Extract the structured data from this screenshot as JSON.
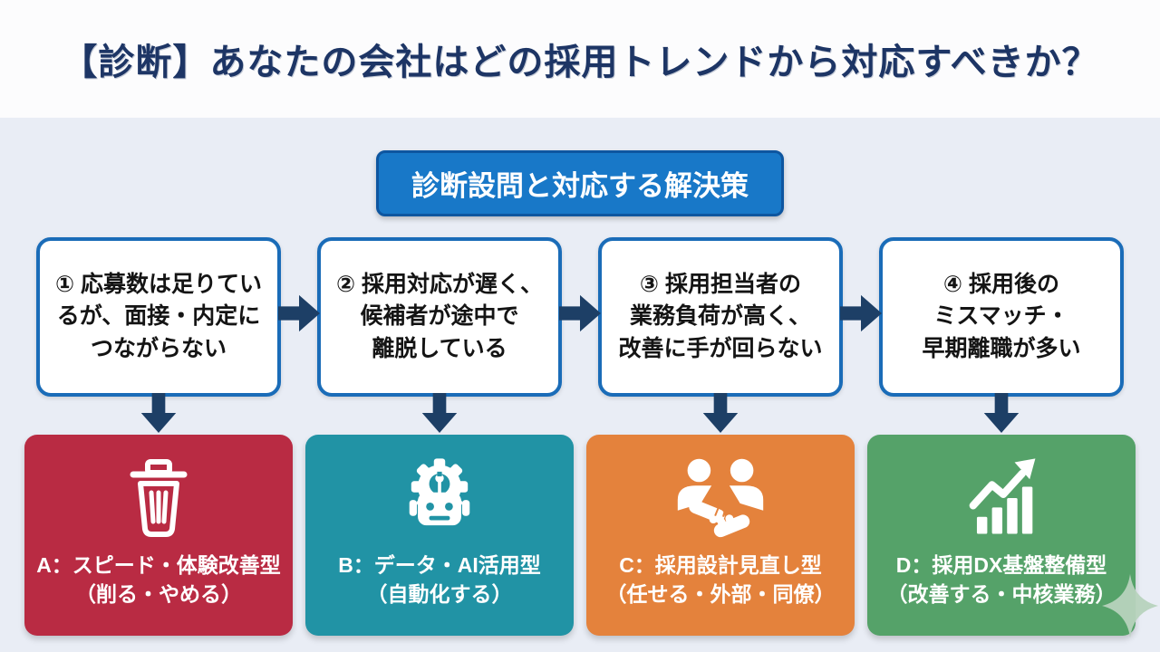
{
  "title": "【診断】あなたの会社はどの採用トレンドから対応すべきか？",
  "banner": "診断設問と対応する解決策",
  "columns": [
    {
      "question": {
        "lines": [
          "① 応募数は足りてい",
          "るが、面接・内定に",
          "つながらない"
        ]
      },
      "solution": {
        "icon": "trash-icon",
        "color": "#b92b43",
        "lines": [
          "A：スピード・体験改善型",
          "（削る・やめる）"
        ]
      }
    },
    {
      "question": {
        "lines": [
          "② 採用対応が遅く、",
          "候補者が途中で",
          "離脱している"
        ]
      },
      "solution": {
        "icon": "robot-gear-icon",
        "color": "#2193a5",
        "lines": [
          "B：データ・AI活用型",
          "（自動化する）"
        ]
      }
    },
    {
      "question": {
        "lines": [
          "③ 採用担当者の",
          "業務負荷が高く、",
          "改善に手が回らない"
        ]
      },
      "solution": {
        "icon": "handshake-icon",
        "color": "#e4823c",
        "lines": [
          "C：採用設計見直し型",
          "（任せる・外部・同僚）"
        ]
      }
    },
    {
      "question": {
        "lines": [
          "④ 採用後の",
          "ミスマッチ・",
          "早期離職が多い"
        ]
      },
      "solution": {
        "icon": "growth-chart-icon",
        "color": "#55a269",
        "lines": [
          "D：採用DX基盤整備型",
          "（改善する・中核業務）"
        ]
      }
    }
  ],
  "colors": {
    "title_text": "#1d3565",
    "panel_bg": "#e9edf5",
    "banner_bg": "#1878c8",
    "banner_border": "#0e56a0",
    "question_border": "#1a6cb8",
    "flow_arrow": "#1d3f66",
    "sparkle": "#b7d3bd"
  }
}
